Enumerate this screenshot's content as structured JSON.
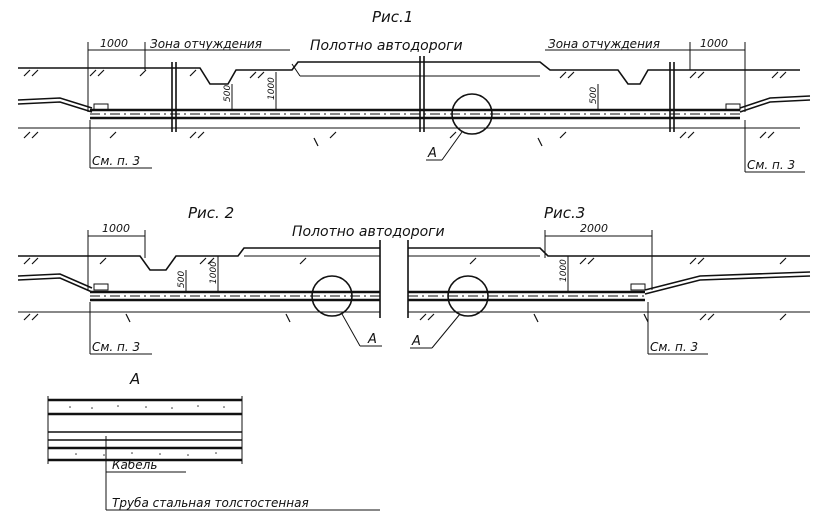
{
  "fig1": {
    "title": "Рис.1",
    "road_label": "Полотно автодороги",
    "zone_left": "Зона отчуждения",
    "zone_right": "Зона отчуждения",
    "dim_1000_left": "1000",
    "dim_1000_right": "1000",
    "dim_500_left": "500",
    "dim_1000_mid": "1000",
    "dim_500_right": "500",
    "callout_a": "А",
    "note_left": "См. п. 3",
    "note_right": "См. п. 3"
  },
  "fig2": {
    "title": "Рис. 2",
    "road_label": "Полотно автодороги",
    "dim_1000": "1000",
    "dim_500": "500",
    "dim_1000_vert": "1000",
    "callout_a": "А",
    "note_left": "См. п. 3"
  },
  "fig3": {
    "title": "Рис.3",
    "dim_2000": "2000",
    "dim_1000_vert": "1000",
    "callout_a": "А",
    "note_right": "См. п. 3"
  },
  "detail": {
    "title": "А",
    "cable_label": "Кабель",
    "pipe_label": "Труба стальная толстостенная"
  }
}
